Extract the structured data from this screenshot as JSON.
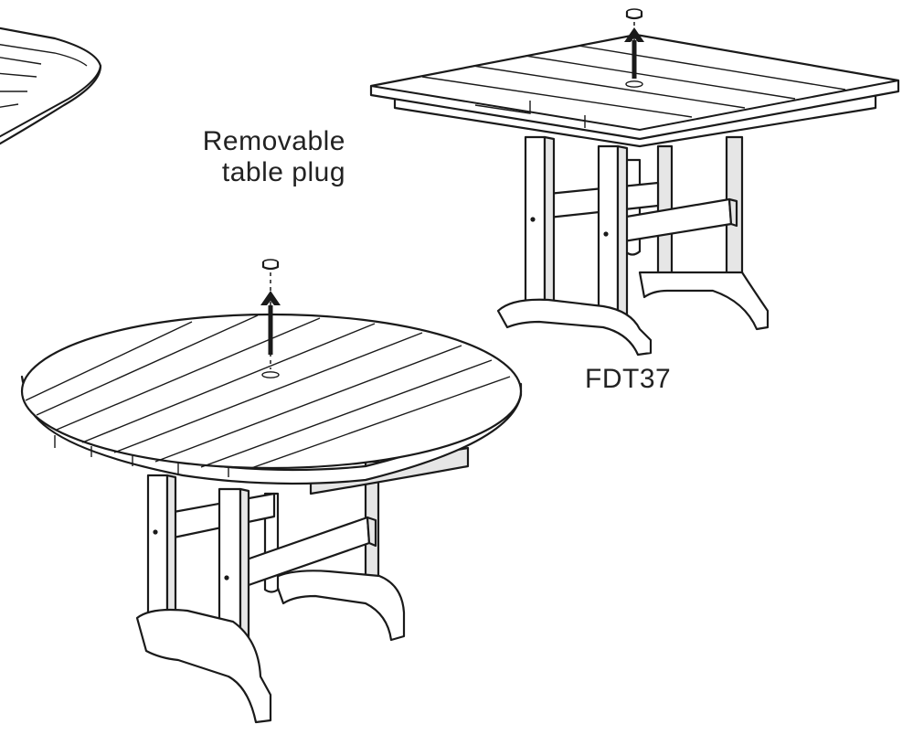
{
  "labels": {
    "plug_line1": "Removable",
    "plug_line2": "table plug",
    "model": "FDT37"
  },
  "colors": {
    "ink": "#1a1a1a",
    "text": "#222222",
    "shade": "#e6e6e6",
    "background": "#ffffff"
  }
}
